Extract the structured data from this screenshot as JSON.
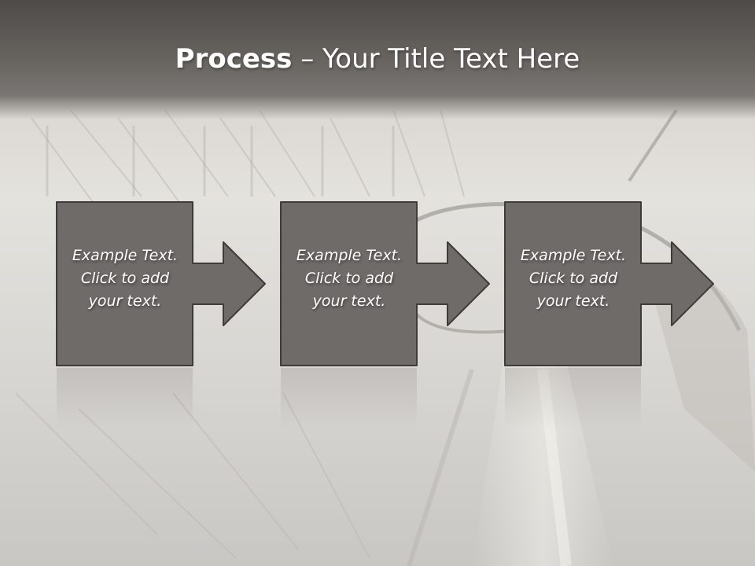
{
  "slide": {
    "title_bold": "Process",
    "title_separator": " – ",
    "title_rest": "Your Title Text Here"
  },
  "steps": [
    {
      "line1": "Example Text.",
      "line2": "Click  to add",
      "line3": "your text."
    },
    {
      "line1": "Example Text.",
      "line2": "Click  to add",
      "line3": "your text."
    },
    {
      "line1": "Example Text.",
      "line2": "Click  to add",
      "line3": "your text."
    }
  ],
  "colors": {
    "box_fill": "#6f6b68",
    "box_stroke": "#3e3b39",
    "title_bar": "#5c5855",
    "text": "#ffffff"
  }
}
